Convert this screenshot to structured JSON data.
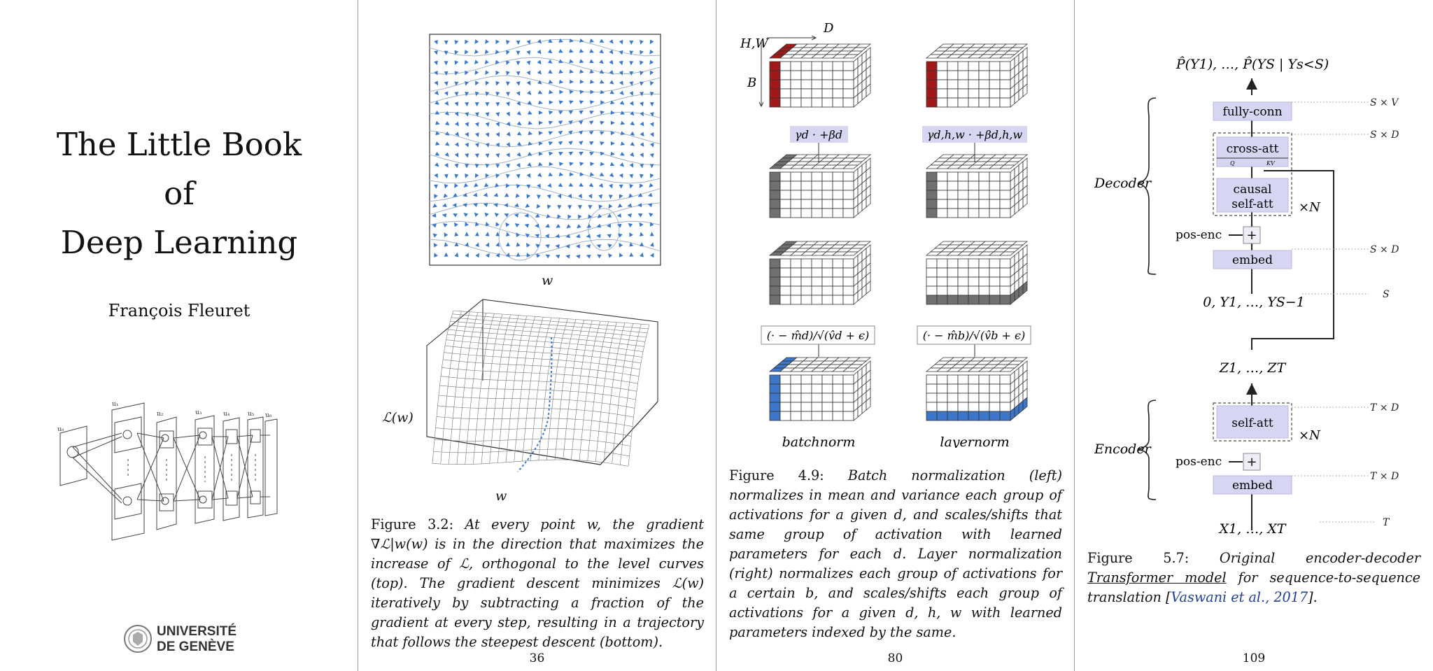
{
  "pages": [
    {
      "title_lines": [
        "The Little Book",
        "of",
        "Deep Learning"
      ],
      "author": "François Fleuret",
      "logo": {
        "line1": "UNIVERSITÉ",
        "line2": "DE GENÈVE"
      },
      "figure_labels": [
        "u₀",
        "u₁",
        "u₂",
        "u₃",
        "u₄",
        "u₅",
        "u₆"
      ]
    },
    {
      "top_xlabel": "w",
      "bottom_xlabel": "w",
      "bottom_ylabel": "ℒ(w)",
      "caption_prefix": "Figure 3.2:",
      "caption_text": "At every point w, the gradient ∇ℒ|w(w) is in the direction that maximizes the increase of ℒ, orthogonal to the level curves (top). The gradient descent minimizes ℒ(w) iteratively by subtracting a fraction of the gradient at every step, resulting in a trajectory that follows the steepest descent (bottom).",
      "page_number": "36"
    },
    {
      "dim_D": "D",
      "dim_HW": "H,W",
      "dim_B": "B",
      "bn_affine": "γd · +βd",
      "ln_affine": "γd,h,w · +βd,h,w",
      "bn_norm": "(· − m̂d)/√(v̂d + ϵ)",
      "ln_norm": "(· − m̂b)/√(v̂b + ϵ)",
      "label_left": "batchnorm",
      "label_right": "layernorm",
      "caption_prefix": "Figure 4.9:",
      "caption_text": "Batch normalization (left) normalizes in mean and variance each group of activations for a given d, and scales/shifts that same group of activation with learned parameters for each d. Layer normalization (right) normalizes each group of activations for a certain b, and scales/shifts each group of activations for a given d, h, w with learned parameters indexed by the same.",
      "page_number": "80"
    },
    {
      "output_label": "P̂(Y1), …, P̂(YS | Ys<S)",
      "fully_conn": "fully-conn",
      "cross_att": "cross-att",
      "q_label": "Q",
      "kv_label": "KV",
      "causal_1": "causal",
      "causal_2": "self-att",
      "times_n_dec": "×N",
      "pos_enc_dec": "pos-enc",
      "plus": "+",
      "embed_dec": "embed",
      "decoder": "Decoder",
      "dec_input": "0, Y1, …, YS−1",
      "z_label": "Z1, …, ZT",
      "self_att": "self-att",
      "times_n_enc": "×N",
      "pos_enc_enc": "pos-enc",
      "embed_enc": "embed",
      "encoder": "Encoder",
      "enc_input": "X1, …, XT",
      "dims": [
        "S × V",
        "S × D",
        "S × D",
        "S",
        "T × D",
        "T × D",
        "T"
      ],
      "caption_prefix": "Figure 5.7:",
      "caption_a": "Original encoder-decoder",
      "caption_link": "Transformer model",
      "caption_b": "for sequence-to-sequence translation [",
      "caption_cite": "Vaswani et al., 2017",
      "caption_c": "].",
      "page_number": "109"
    }
  ]
}
